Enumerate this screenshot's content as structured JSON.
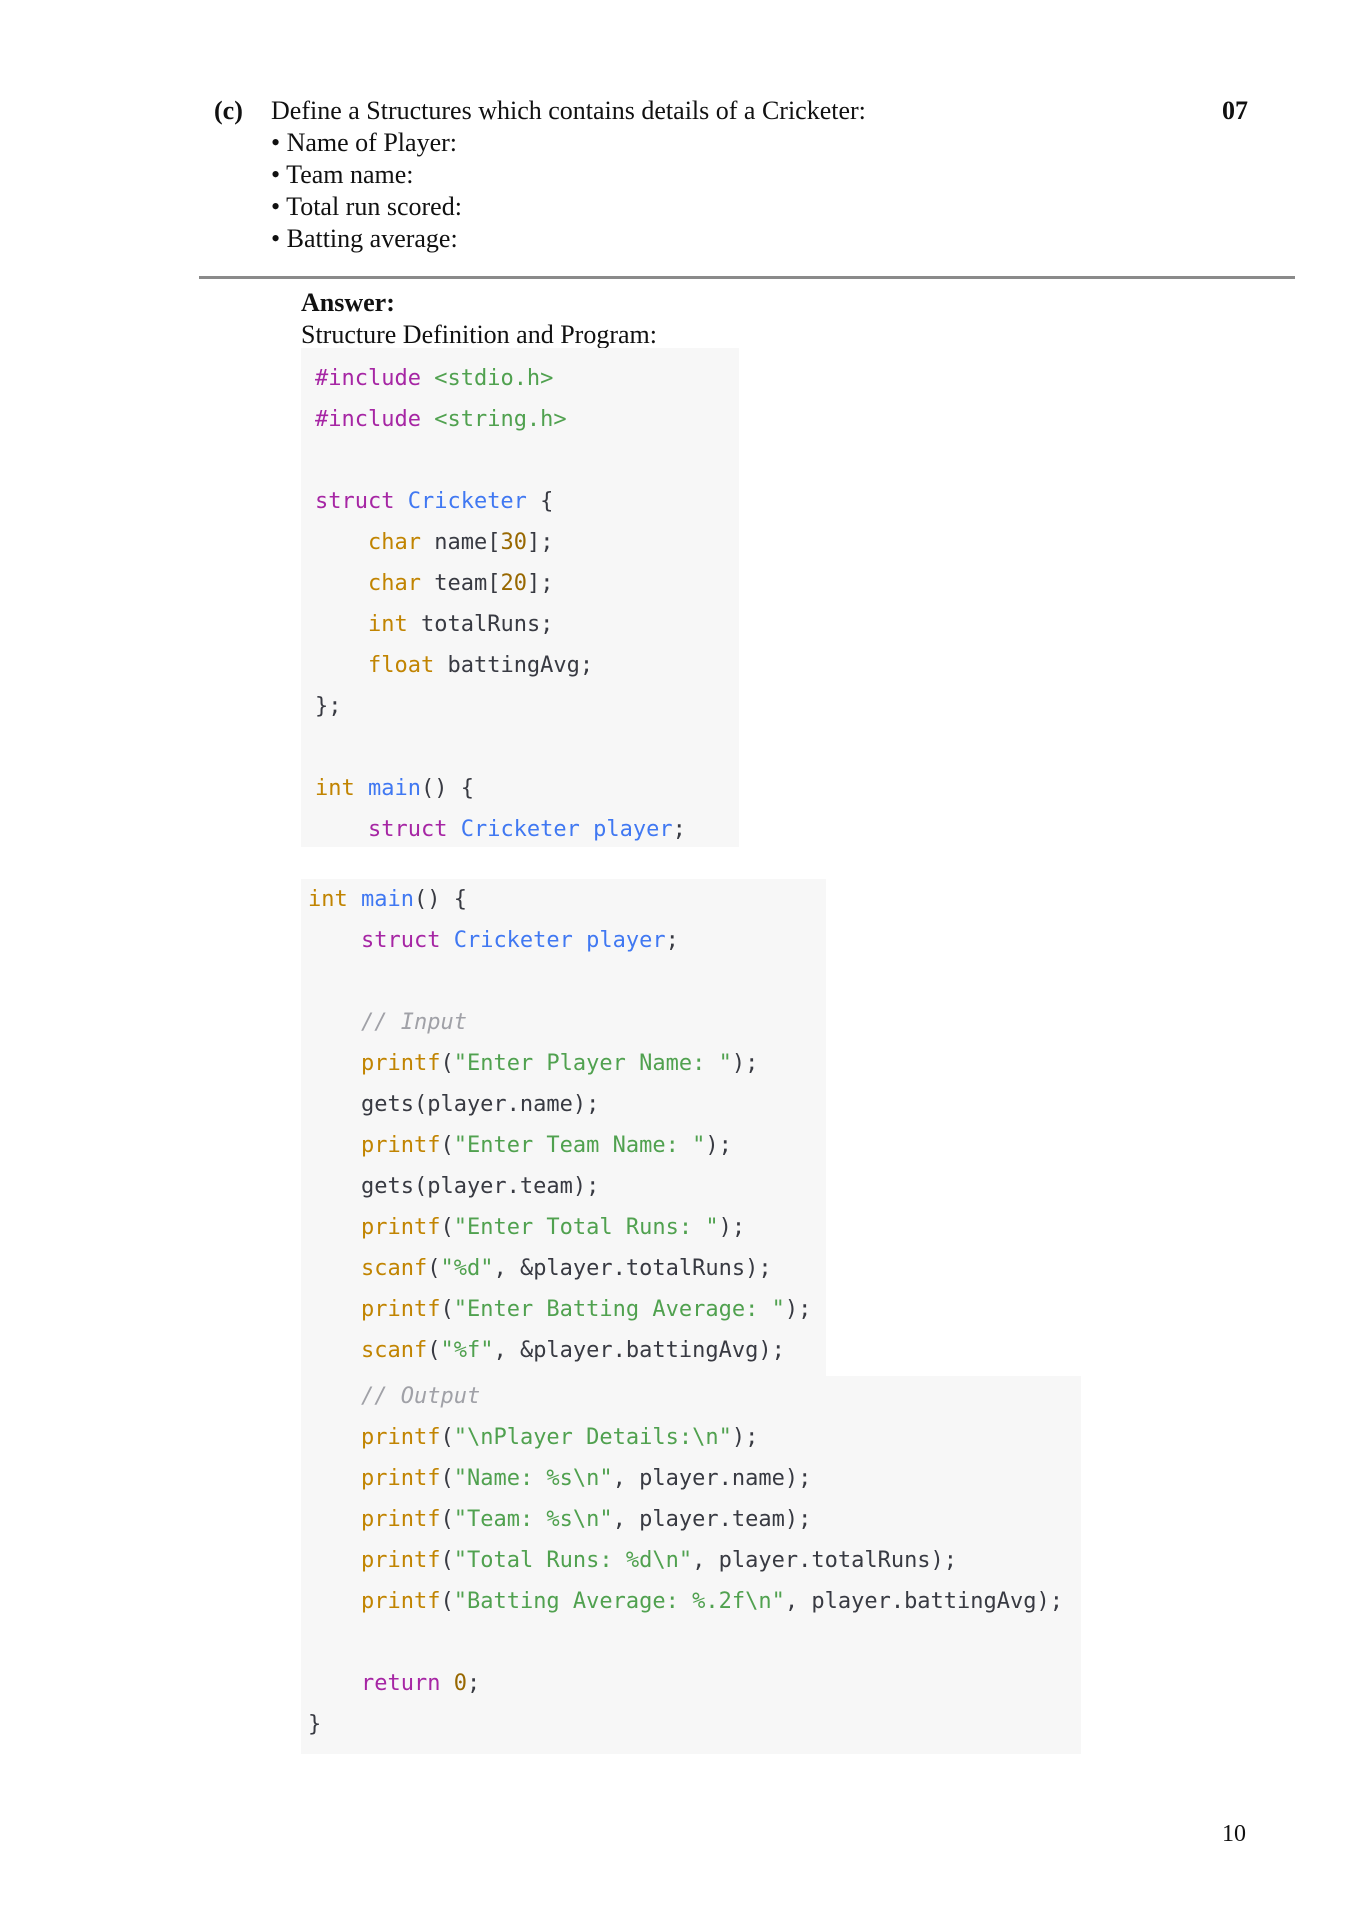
{
  "question": {
    "label": "(c)",
    "title": "Define a Structures which contains details of a Cricketer:",
    "marks": "07",
    "bullets": [
      "• Name of Player:",
      "• Team name:",
      "• Total run scored:",
      "• Batting average:"
    ]
  },
  "answer": {
    "label": "Answer:",
    "subtitle": "Structure Definition and Program:"
  },
  "code_block_1": [
    [
      {
        "t": "#include ",
        "c": "kw"
      },
      {
        "t": "<stdio.h>",
        "c": "st"
      }
    ],
    [
      {
        "t": "#include ",
        "c": "kw"
      },
      {
        "t": "<string.h>",
        "c": "st"
      }
    ],
    [],
    [
      {
        "t": "struct ",
        "c": "kw"
      },
      {
        "t": "Cricketer",
        "c": "fn"
      },
      {
        "t": " {",
        "c": "pl"
      }
    ],
    [
      {
        "t": "    ",
        "c": "pl"
      },
      {
        "t": "char",
        "c": "ty"
      },
      {
        "t": " name[",
        "c": "pl"
      },
      {
        "t": "30",
        "c": "nu"
      },
      {
        "t": "];",
        "c": "pl"
      }
    ],
    [
      {
        "t": "    ",
        "c": "pl"
      },
      {
        "t": "char",
        "c": "ty"
      },
      {
        "t": " team[",
        "c": "pl"
      },
      {
        "t": "20",
        "c": "nu"
      },
      {
        "t": "];",
        "c": "pl"
      }
    ],
    [
      {
        "t": "    ",
        "c": "pl"
      },
      {
        "t": "int",
        "c": "ty"
      },
      {
        "t": " totalRuns;",
        "c": "pl"
      }
    ],
    [
      {
        "t": "    ",
        "c": "pl"
      },
      {
        "t": "float",
        "c": "ty"
      },
      {
        "t": " battingAvg;",
        "c": "pl"
      }
    ],
    [
      {
        "t": "};",
        "c": "pl"
      }
    ],
    [],
    [
      {
        "t": "int",
        "c": "ty"
      },
      {
        "t": " ",
        "c": "pl"
      },
      {
        "t": "main",
        "c": "fn"
      },
      {
        "t": "() {",
        "c": "pl"
      }
    ],
    [
      {
        "t": "    ",
        "c": "pl"
      },
      {
        "t": "struct ",
        "c": "kw"
      },
      {
        "t": "Cricketer player",
        "c": "fn"
      },
      {
        "t": ";",
        "c": "pl"
      }
    ]
  ],
  "code_block_2": [
    [
      {
        "t": "int",
        "c": "ty"
      },
      {
        "t": " ",
        "c": "pl"
      },
      {
        "t": "main",
        "c": "fn"
      },
      {
        "t": "() {",
        "c": "pl"
      }
    ],
    [
      {
        "t": "    ",
        "c": "pl"
      },
      {
        "t": "struct ",
        "c": "kw"
      },
      {
        "t": "Cricketer player",
        "c": "fn"
      },
      {
        "t": ";",
        "c": "pl"
      }
    ],
    [],
    [
      {
        "t": "    ",
        "c": "pl"
      },
      {
        "t": "// Input",
        "c": "cm"
      }
    ],
    [
      {
        "t": "    ",
        "c": "pl"
      },
      {
        "t": "printf",
        "c": "ty"
      },
      {
        "t": "(",
        "c": "pl"
      },
      {
        "t": "\"Enter Player Name: \"",
        "c": "st"
      },
      {
        "t": ");",
        "c": "pl"
      }
    ],
    [
      {
        "t": "    gets(player.name);",
        "c": "pl"
      }
    ],
    [
      {
        "t": "    ",
        "c": "pl"
      },
      {
        "t": "printf",
        "c": "ty"
      },
      {
        "t": "(",
        "c": "pl"
      },
      {
        "t": "\"Enter Team Name: \"",
        "c": "st"
      },
      {
        "t": ");",
        "c": "pl"
      }
    ],
    [
      {
        "t": "    gets(player.team);",
        "c": "pl"
      }
    ],
    [
      {
        "t": "    ",
        "c": "pl"
      },
      {
        "t": "printf",
        "c": "ty"
      },
      {
        "t": "(",
        "c": "pl"
      },
      {
        "t": "\"Enter Total Runs: \"",
        "c": "st"
      },
      {
        "t": ");",
        "c": "pl"
      }
    ],
    [
      {
        "t": "    ",
        "c": "pl"
      },
      {
        "t": "scanf",
        "c": "ty"
      },
      {
        "t": "(",
        "c": "pl"
      },
      {
        "t": "\"%d\"",
        "c": "st"
      },
      {
        "t": ", &player.totalRuns);",
        "c": "pl"
      }
    ],
    [
      {
        "t": "    ",
        "c": "pl"
      },
      {
        "t": "printf",
        "c": "ty"
      },
      {
        "t": "(",
        "c": "pl"
      },
      {
        "t": "\"Enter Batting Average: \"",
        "c": "st"
      },
      {
        "t": ");",
        "c": "pl"
      }
    ],
    [
      {
        "t": "    ",
        "c": "pl"
      },
      {
        "t": "scanf",
        "c": "ty"
      },
      {
        "t": "(",
        "c": "pl"
      },
      {
        "t": "\"%f\"",
        "c": "st"
      },
      {
        "t": ", &player.battingAvg);",
        "c": "pl"
      }
    ]
  ],
  "code_block_3": [
    [
      {
        "t": "    ",
        "c": "pl"
      },
      {
        "t": "// Output",
        "c": "cm"
      }
    ],
    [
      {
        "t": "    ",
        "c": "pl"
      },
      {
        "t": "printf",
        "c": "ty"
      },
      {
        "t": "(",
        "c": "pl"
      },
      {
        "t": "\"\\nPlayer Details:\\n\"",
        "c": "st"
      },
      {
        "t": ");",
        "c": "pl"
      }
    ],
    [
      {
        "t": "    ",
        "c": "pl"
      },
      {
        "t": "printf",
        "c": "ty"
      },
      {
        "t": "(",
        "c": "pl"
      },
      {
        "t": "\"Name: %s\\n\"",
        "c": "st"
      },
      {
        "t": ", player.name);",
        "c": "pl"
      }
    ],
    [
      {
        "t": "    ",
        "c": "pl"
      },
      {
        "t": "printf",
        "c": "ty"
      },
      {
        "t": "(",
        "c": "pl"
      },
      {
        "t": "\"Team: %s\\n\"",
        "c": "st"
      },
      {
        "t": ", player.team);",
        "c": "pl"
      }
    ],
    [
      {
        "t": "    ",
        "c": "pl"
      },
      {
        "t": "printf",
        "c": "ty"
      },
      {
        "t": "(",
        "c": "pl"
      },
      {
        "t": "\"Total Runs: %d\\n\"",
        "c": "st"
      },
      {
        "t": ", player.totalRuns);",
        "c": "pl"
      }
    ],
    [
      {
        "t": "    ",
        "c": "pl"
      },
      {
        "t": "printf",
        "c": "ty"
      },
      {
        "t": "(",
        "c": "pl"
      },
      {
        "t": "\"Batting Average: %.2f\\n\"",
        "c": "st"
      },
      {
        "t": ", player.battingAvg);",
        "c": "pl"
      }
    ],
    [],
    [
      {
        "t": "    ",
        "c": "pl"
      },
      {
        "t": "return ",
        "c": "kw"
      },
      {
        "t": "0",
        "c": "nu"
      },
      {
        "t": ";",
        "c": "pl"
      }
    ],
    [
      {
        "t": "}",
        "c": "pl"
      }
    ]
  ],
  "page_number": "10"
}
